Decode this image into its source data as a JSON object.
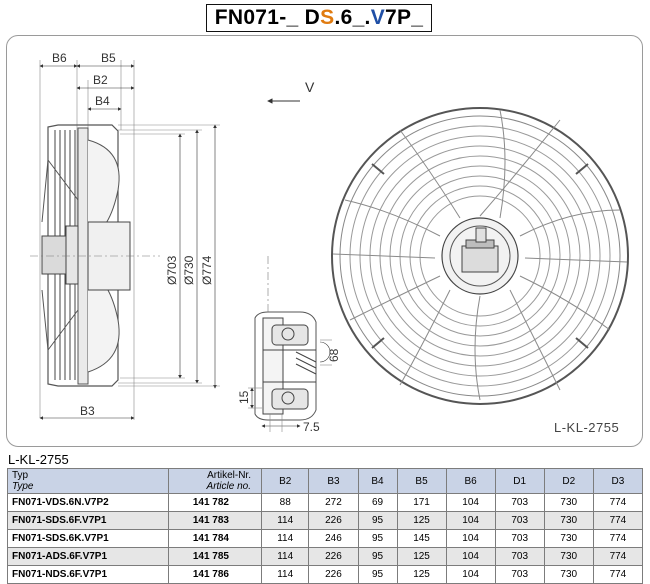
{
  "title": {
    "part1": "FN071-_ ",
    "part2": "D",
    "part3": "S",
    "part4": ".6_.",
    "part5": "V",
    "part6": "7P_"
  },
  "drawing": {
    "dimensions": {
      "b6": "B6",
      "b5": "B5",
      "b2": "B2",
      "b4": "B4",
      "b3": "B3",
      "d703": "Ø703",
      "d730": "Ø730",
      "d774": "Ø774",
      "view_label": "V",
      "slot_68": "68",
      "slot_15": "15",
      "slot_75": "7.5"
    },
    "drawing_code": "L-KL-2755"
  },
  "doc_code": "L-KL-2755",
  "table": {
    "type_header": "Typ",
    "type_header_sub": "Type",
    "article_header": "Artikel-Nr.",
    "article_header_sub": "Article no.",
    "columns": [
      "B2",
      "B3",
      "B4",
      "B5",
      "B6",
      "D1",
      "D2",
      "D3"
    ],
    "rows": [
      {
        "type": "FN071-VDS.6N.V7P2",
        "article": "141 782",
        "values": [
          "88",
          "272",
          "69",
          "171",
          "104",
          "703",
          "730",
          "774"
        ]
      },
      {
        "type": "FN071-SDS.6F.V7P1",
        "article": "141 783",
        "values": [
          "114",
          "226",
          "95",
          "125",
          "104",
          "703",
          "730",
          "774"
        ]
      },
      {
        "type": "FN071-SDS.6K.V7P1",
        "article": "141 784",
        "values": [
          "114",
          "246",
          "95",
          "145",
          "104",
          "703",
          "730",
          "774"
        ]
      },
      {
        "type": "FN071-ADS.6F.V7P1",
        "article": "141 785",
        "values": [
          "114",
          "226",
          "95",
          "125",
          "104",
          "703",
          "730",
          "774"
        ]
      },
      {
        "type": "FN071-NDS.6F.V7P1",
        "article": "141 786",
        "values": [
          "114",
          "226",
          "95",
          "125",
          "104",
          "703",
          "730",
          "774"
        ]
      }
    ]
  },
  "colors": {
    "orange": "#e07b10",
    "blue": "#1f4fa6",
    "header_bg": "#c9d3e6",
    "alt_row": "#e6e6e6"
  }
}
